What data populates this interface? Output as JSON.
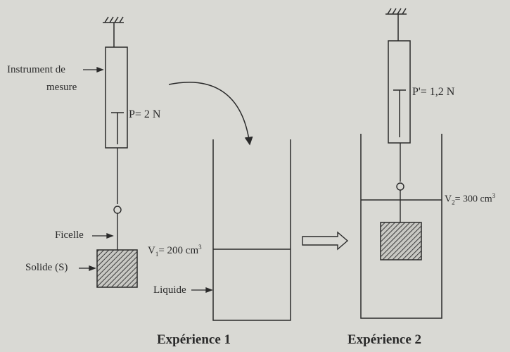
{
  "labels": {
    "instrument_line1": "Instrument de",
    "instrument_line2": "mesure",
    "weight1": "P= 2 N",
    "ficelle": "Ficelle",
    "solide": "Solide (S)",
    "v1": "V",
    "v1_sub": "1",
    "v1_rest": "= 200 cm",
    "v1_sup": "3",
    "liquide": "Liquide",
    "weight2": "P'= 1,2 N",
    "v2": "V",
    "v2_sub": "2",
    "v2_rest": "= 300 cm",
    "v2_sup": "3"
  },
  "captions": {
    "exp1": "Expérience 1",
    "exp2": "Expérience 2"
  },
  "colors": {
    "ink": "#2a2a2a",
    "paper": "#d9d9d4",
    "hatch": "#3a3a3a"
  }
}
